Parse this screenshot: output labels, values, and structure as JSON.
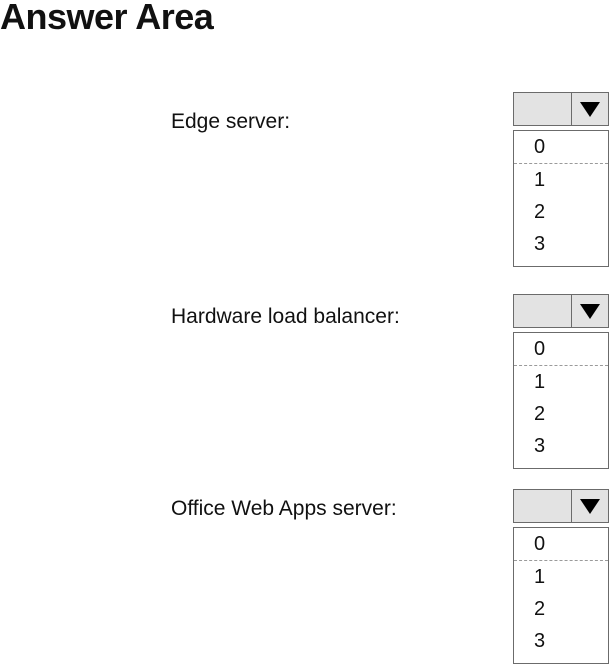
{
  "heading": "Answer Area",
  "questions": [
    {
      "label": "Edge server:",
      "selected": "",
      "options": [
        "0",
        "1",
        "2",
        "3"
      ]
    },
    {
      "label": "Hardware load balancer:",
      "selected": "",
      "options": [
        "0",
        "1",
        "2",
        "3"
      ]
    },
    {
      "label": "Office Web Apps server:",
      "selected": "",
      "options": [
        "0",
        "1",
        "2",
        "3"
      ]
    }
  ],
  "colors": {
    "dropdown_header_bg": "#e3e3e3",
    "border": "#6b6b6b",
    "text": "#111111"
  },
  "icons": {
    "dropdown_toggle": "triangle-down-icon"
  }
}
